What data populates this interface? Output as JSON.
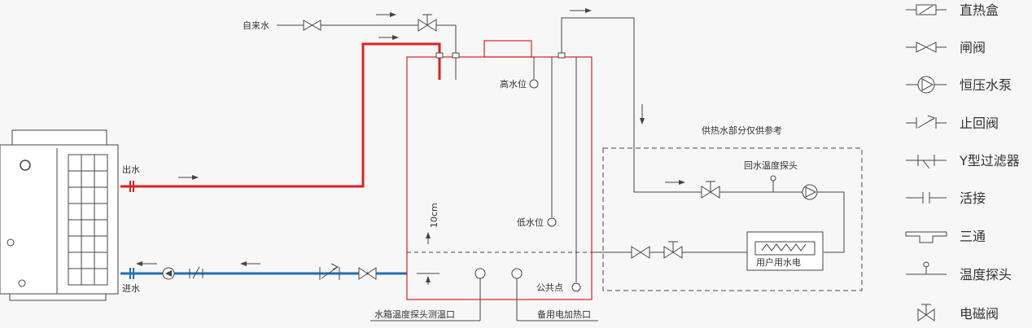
{
  "labels": {
    "tap_water": "自来水",
    "outlet": "出水",
    "inlet": "进水",
    "high_level": "高水位",
    "low_level": "低水位",
    "ten_cm": "10cm",
    "common_point": "公共点",
    "tank_probe_port": "水箱温度探头测温口",
    "backup_heater_port": "备用电加热口",
    "supply_note": "供热水部分仅供参考",
    "return_probe": "回水温度探头",
    "user_water": "用户用水电"
  },
  "legend": [
    {
      "icon": "direct-heat-box-icon",
      "label": "直热盒"
    },
    {
      "icon": "gate-valve-icon",
      "label": "闸阀"
    },
    {
      "icon": "constant-pressure-pump-icon",
      "label": "恒压水泵"
    },
    {
      "icon": "check-valve-icon",
      "label": "止回阀"
    },
    {
      "icon": "y-strainer-icon",
      "label": "Y型过滤器"
    },
    {
      "icon": "union-joint-icon",
      "label": "活接"
    },
    {
      "icon": "tee-icon",
      "label": "三通"
    },
    {
      "icon": "temperature-probe-icon",
      "label": "温度探头"
    },
    {
      "icon": "solenoid-valve-icon",
      "label": "电磁阀"
    }
  ],
  "colors": {
    "hot_pipe": "#e02020",
    "cold_pipe": "#1f6fb5",
    "tank_outline": "#e02020",
    "line": "#444444"
  }
}
